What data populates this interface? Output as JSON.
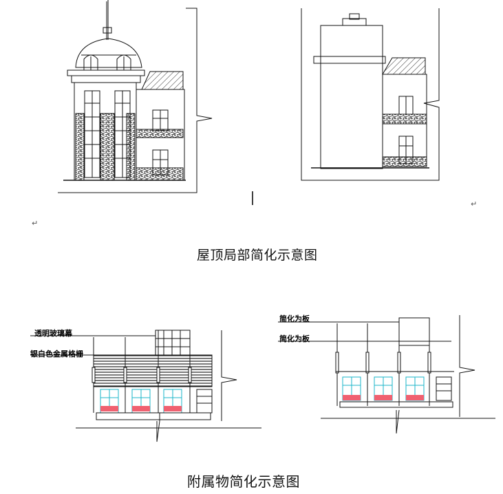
{
  "captions": {
    "roof": "屋顶局部简化示意图",
    "attachments": "附属物简化示意图"
  },
  "labels": {
    "glass_curtain": "透明玻璃幕",
    "silver_grille": "银白色金属格栅",
    "simplified_panel_1": "简化为板",
    "simplified_panel_2": "简化为板"
  },
  "marks": {
    "paragraph": "↵"
  }
}
